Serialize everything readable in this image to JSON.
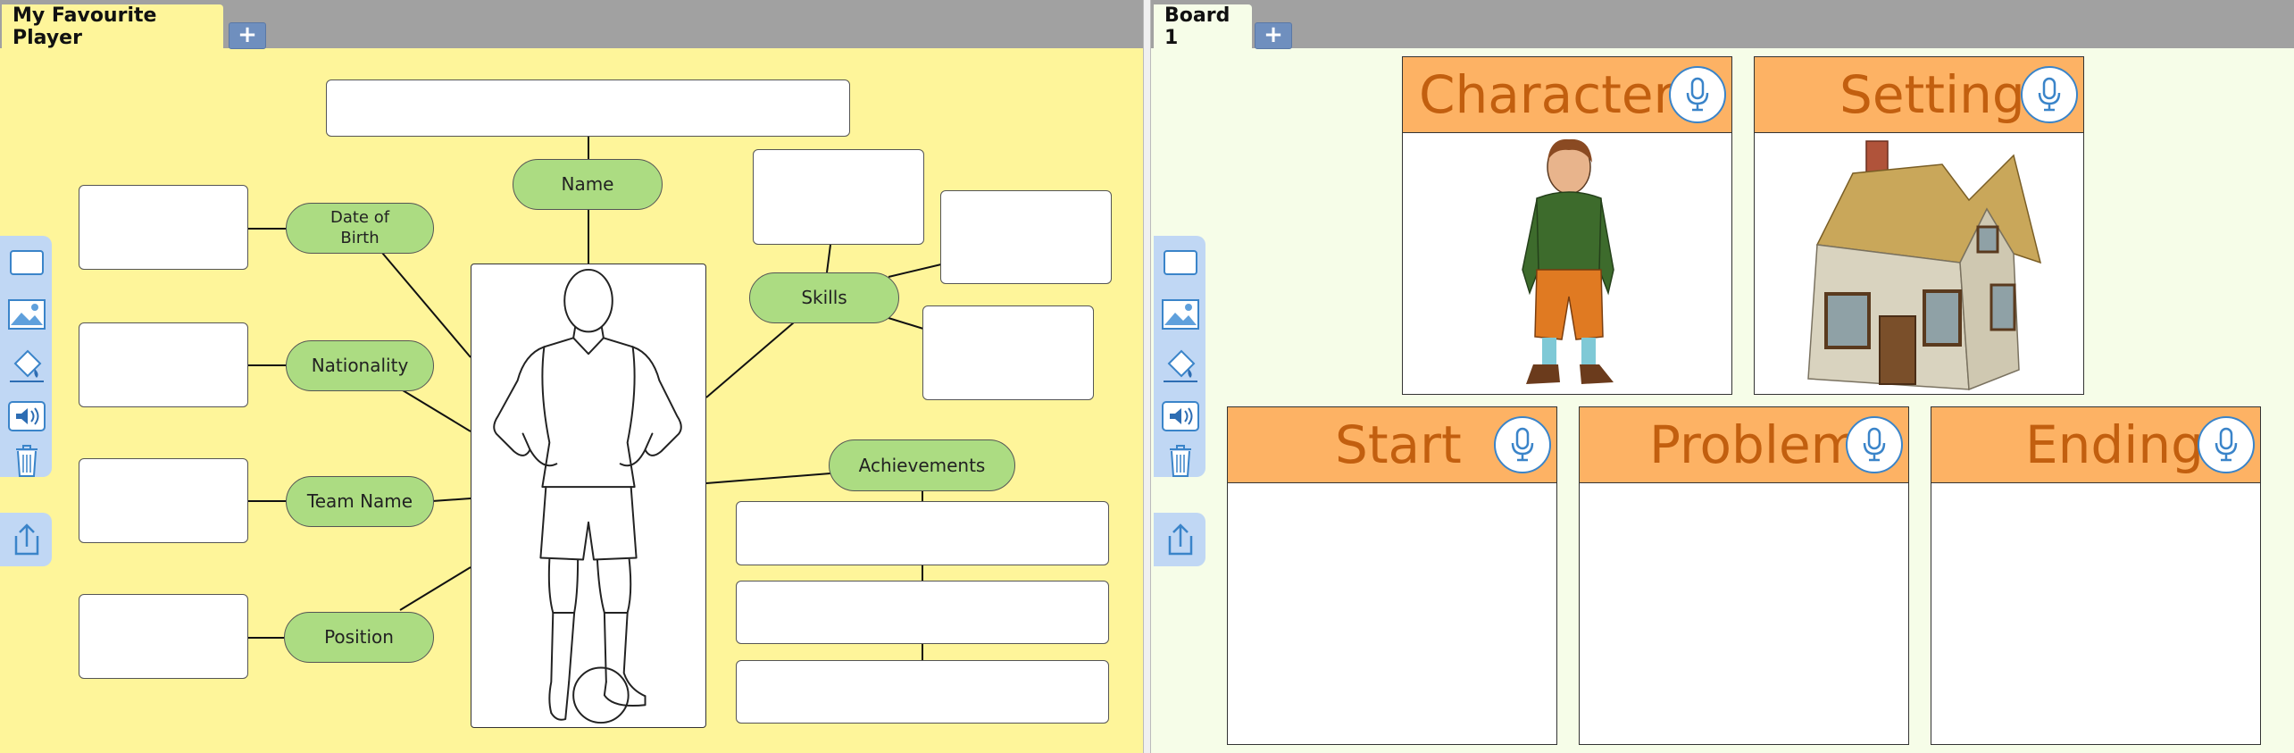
{
  "left_panel": {
    "tab_label": "My Favourite Player",
    "add_tab_symbol": "+",
    "labels": {
      "name": "Name",
      "dob": "Date of Birth",
      "nationality": "Nationality",
      "team": "Team Name",
      "position": "Position",
      "skills": "Skills",
      "achievements": "Achievements"
    },
    "toolbar": [
      "text-box-icon",
      "image-icon",
      "fill-icon",
      "sound-icon",
      "trash-icon",
      "share-icon"
    ]
  },
  "right_panel": {
    "tab_label": "Board 1",
    "add_tab_symbol": "+",
    "cards": {
      "characters": "Characters",
      "setting": "Setting",
      "start": "Start",
      "problem": "Problem",
      "ending": "Ending"
    }
  },
  "colors": {
    "left_bg": "#fef59a",
    "right_bg": "#f6fde8",
    "pill": "#acdc82",
    "card_header": "#fdb264",
    "card_title": "#c25f0f",
    "toolbar": "#c0d7f4"
  }
}
